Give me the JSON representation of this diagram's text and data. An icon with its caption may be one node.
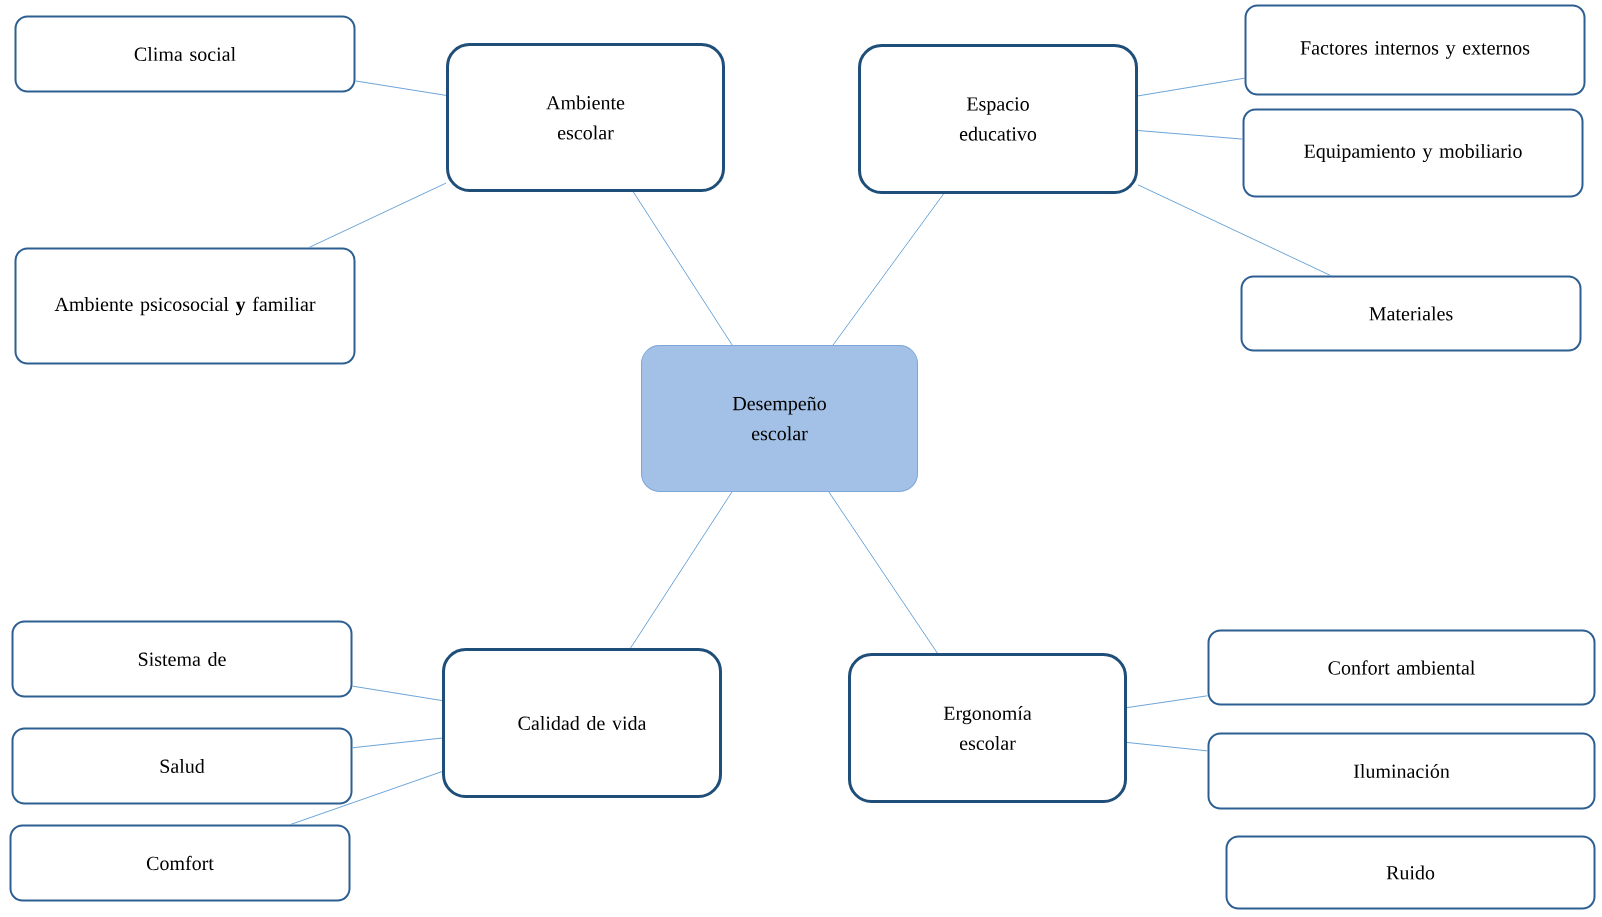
{
  "diagram": {
    "nodes": [
      {
        "text": [
          "Desempeño escolar"
        ]
      },
      {
        "text": [
          "Ambiente escolar"
        ]
      },
      {
        "text": [
          "Clima social"
        ]
      },
      {
        "text": [
          "Ambiente psicosocial **y** familiar"
        ]
      },
      {
        "text": [
          "Espacio educativo"
        ]
      },
      {
        "text": [
          "Factores internos y externos"
        ]
      },
      {
        "text": [
          "Equipamiento y mobiliario"
        ]
      },
      {
        "text": [
          "Materiales"
        ]
      },
      {
        "text": [
          "Calidad de vida"
        ]
      },
      {
        "text": [
          "Sistema de"
        ]
      },
      {
        "text": [
          "Salud"
        ]
      },
      {
        "text": [
          "Comfort"
        ]
      },
      {
        "text": [
          "Ergonomía escolar"
        ]
      },
      {
        "text": [
          "Confort ambiental"
        ]
      },
      {
        "text": [
          "Iluminación"
        ]
      },
      {
        "text": [
          "Ruido"
        ]
      }
    ],
    "edges": [
      {
        "from": 0,
        "to": 1,
        "arrow": "none"
      },
      {
        "from": 0,
        "to": 4,
        "arrow": "none"
      },
      {
        "from": 0,
        "to": 8,
        "arrow": "none"
      },
      {
        "from": 0,
        "to": 12,
        "arrow": "none"
      },
      {
        "from": 1,
        "to": 2,
        "arrow": "none"
      },
      {
        "from": 1,
        "to": 3,
        "arrow": "none"
      },
      {
        "from": 4,
        "to": 5,
        "arrow": "none"
      },
      {
        "from": 4,
        "to": 6,
        "arrow": "none"
      },
      {
        "from": 4,
        "to": 7,
        "arrow": "none"
      },
      {
        "from": 8,
        "to": 9,
        "arrow": "none"
      },
      {
        "from": 8,
        "to": 10,
        "arrow": "none"
      },
      {
        "from": 8,
        "to": 11,
        "arrow": "none"
      },
      {
        "from": 12,
        "to": 13,
        "arrow": "none"
      },
      {
        "from": 12,
        "to": 14,
        "arrow": "none"
      }
    ]
  }
}
